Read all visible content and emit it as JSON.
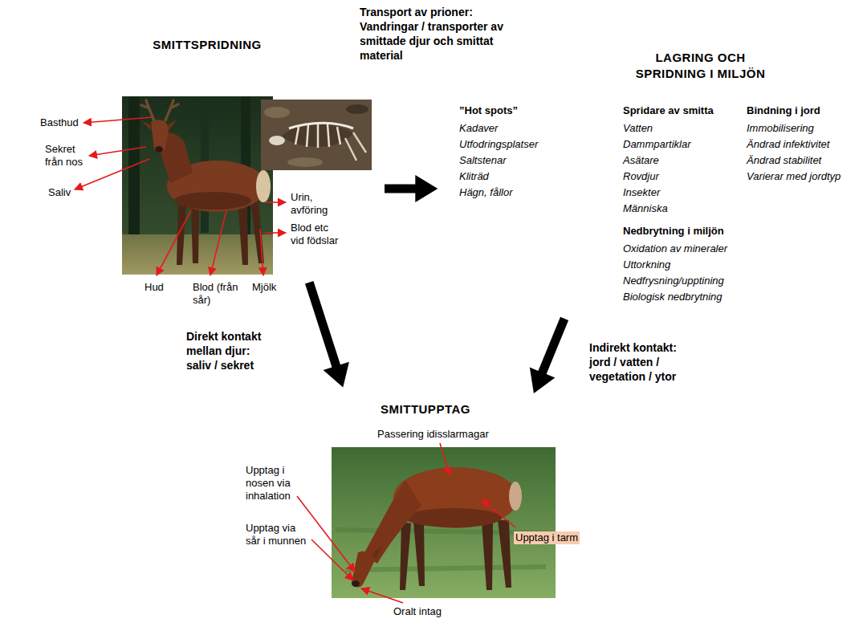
{
  "diagram": {
    "nodes": [
      {
        "text": [
          "SMITTSPRIDNING"
        ]
      },
      {
        "text": [
          "LAGRING OCH SPRIDNING I MILJÖN",
          "”Hot spots”",
          "Kadaver",
          "Utfodringsplatser",
          "Saltstenar",
          "Kliträd",
          "Hägn, fållor",
          "Spridare av smitta",
          "Vatten",
          "Dammpartiklar",
          "Asätare",
          "Rovdjur",
          "Insekter",
          "Människa",
          "Bindning i jord",
          "Immobilisering",
          "Ändrad infektivitet",
          "Ändrad stabilitet",
          "Varierar med jordtyp",
          "Nedbrytning i miljön",
          "Oxidation av mineraler",
          "Uttorkning",
          "Nedfrysning/upptining",
          "Biologisk nedbrytning"
        ]
      },
      {
        "text": [
          "SMITTUPPTAG"
        ]
      }
    ],
    "edges": [
      {
        "from": 0,
        "to": 1,
        "arrow": "to",
        "label": "Transport av prioner: Vandringar / transporter av smittade djur och smittat material"
      },
      {
        "from": 0,
        "to": 2,
        "arrow": "to",
        "label": "Direkt kontakt mellan djur: saliv / sekret"
      },
      {
        "from": 1,
        "to": 2,
        "arrow": "to",
        "label": "Indirekt kontakt: jord / vatten / vegetation / ytor"
      }
    ],
    "labels": [
      "Basthud",
      "Sekret från nos",
      "Saliv",
      "Hud",
      "Blod (från sår)",
      "Mjölk",
      "Urin, avföring",
      "Blod etc vid födslar",
      "Passering idisslarmagar",
      "Upptag i nosen via inhalation",
      "Upptag via sår i munnen",
      "Oralt intag",
      "Upptag i tarm"
    ]
  }
}
